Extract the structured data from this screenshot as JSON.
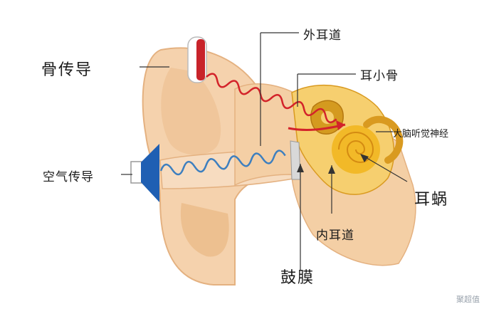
{
  "labels": {
    "bone_conduction": "骨传导",
    "air_conduction": "空气传导",
    "outer_ear_canal": "外耳道",
    "ossicles": "耳小骨",
    "auditory_nerve": "大脑听觉神经",
    "cochlea": "耳蜗",
    "inner_ear_canal": "内耳道",
    "eardrum": "鼓膜"
  },
  "watermark": "聚超值",
  "colors": {
    "skin": "#f5d2ad",
    "skin_dark": "#e8b887",
    "inner_ear": "#f6cf6f",
    "cochlea": "#f2b928",
    "bone_wave": "#d3232a",
    "air_wave": "#3d7fbf",
    "air_speaker": "#1f5fb3",
    "leader": "#333333"
  },
  "icons": [
    "bone-conduction-device",
    "air-speaker-icon"
  ]
}
